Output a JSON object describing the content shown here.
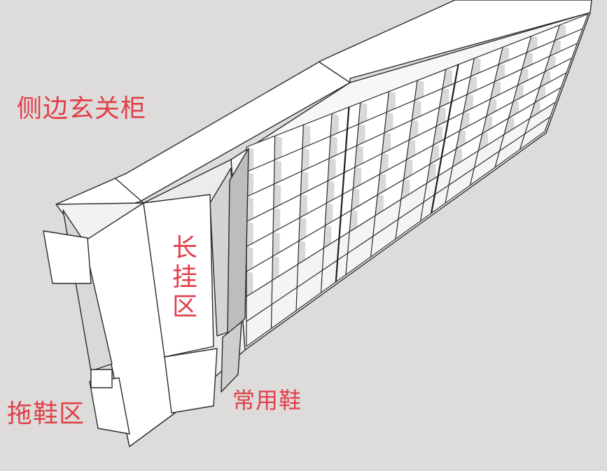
{
  "labels": {
    "side_entry_cabinet": "侧边玄关柜",
    "long_hanging_area": "长挂区",
    "common_shoes": "常用鞋",
    "slipper_area": "拖鞋区"
  },
  "colors": {
    "background": "#dedcda",
    "label": "#e0404a",
    "line": "#2b2b2b",
    "panel": "#ffffff",
    "shadow_panel": "#c9c9c9"
  }
}
